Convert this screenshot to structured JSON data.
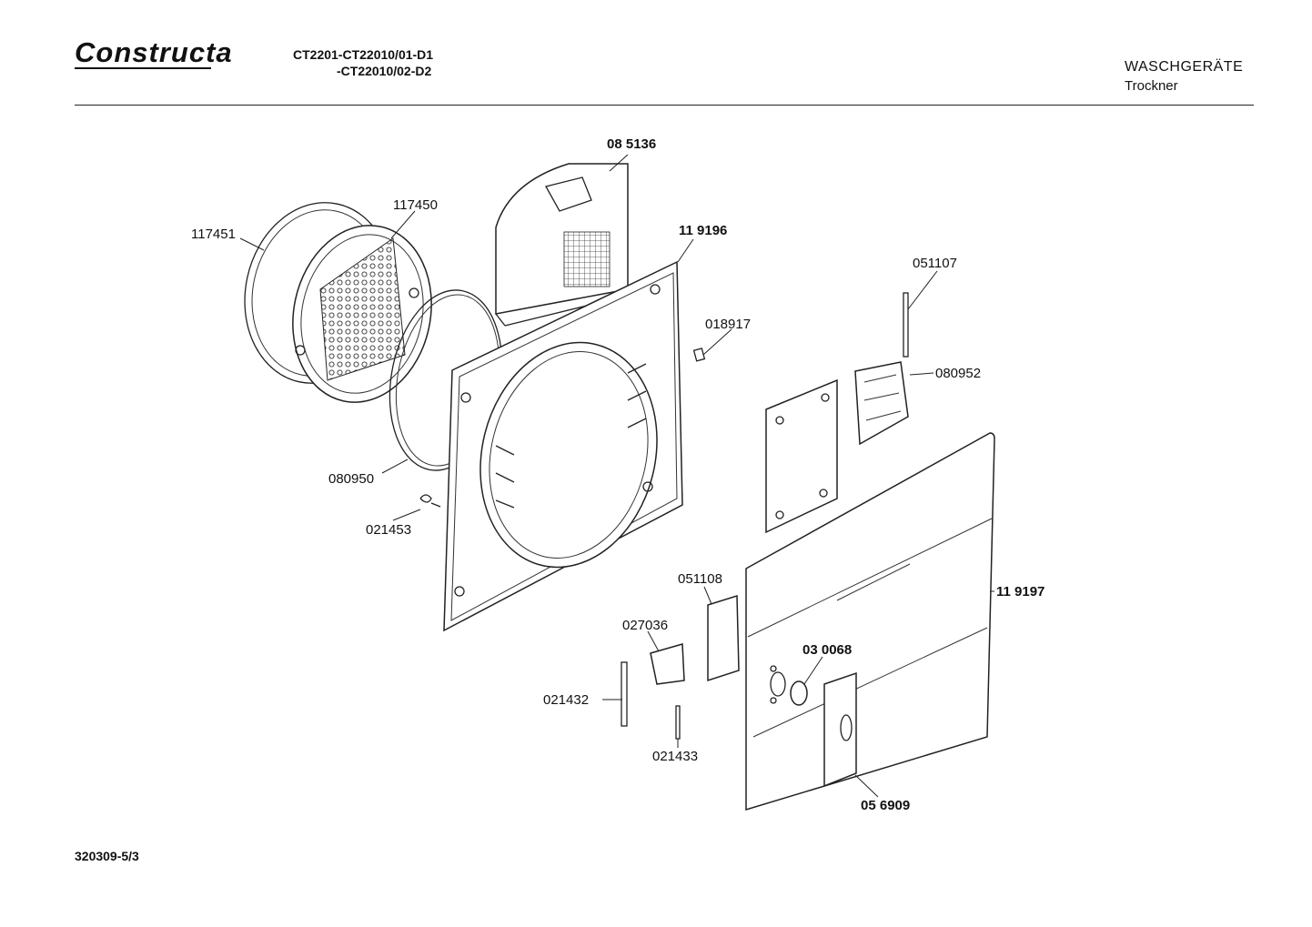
{
  "header": {
    "brand": "Constructa",
    "model_line_1": "CT2201-CT22010/01-D1",
    "model_line_2": "-CT22010/02-D2",
    "category": "WASCHGERÄTE",
    "subcategory": "Trockner"
  },
  "footer": {
    "document_number": "320309-5/3"
  },
  "parts": {
    "p085136": "08 5136",
    "p117450": "117450",
    "p117451": "117451",
    "p119196": "11 9196",
    "p051107": "051107",
    "p018917": "018917",
    "p080952": "080952",
    "p080950": "080950",
    "p021453": "021453",
    "p119197": "11 9197",
    "p051108": "051108",
    "p027036": "027036",
    "p030068": "03 0068",
    "p021432": "021432",
    "p021433": "021433",
    "p056909": "05 6909"
  }
}
